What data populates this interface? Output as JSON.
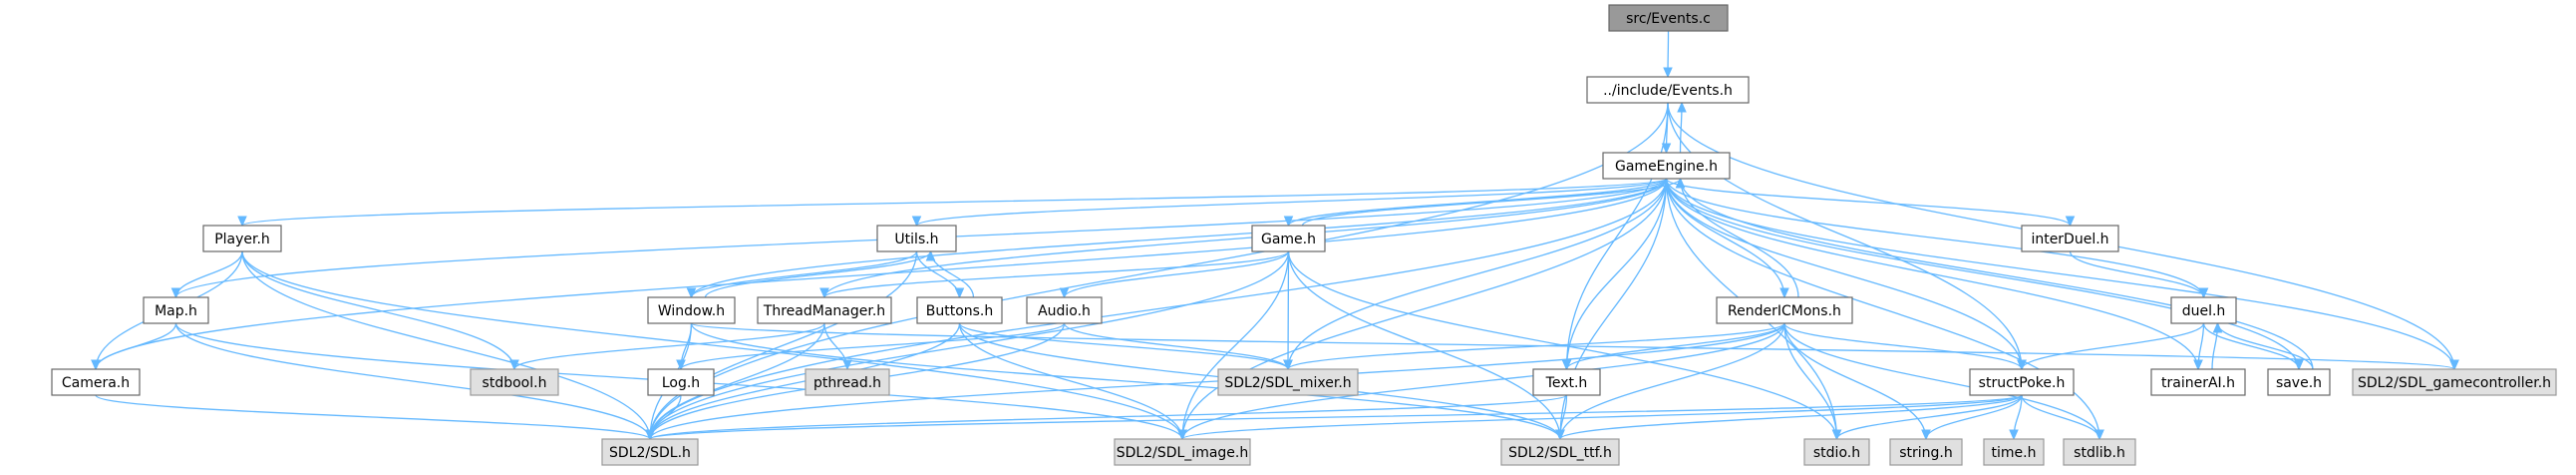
{
  "diagram": {
    "kind": "include-dependency-graph",
    "colors": {
      "root_fill": "#999999",
      "root_stroke": "#666666",
      "local_fill": "#ffffff",
      "local_stroke": "#666666",
      "system_fill": "#e0e0e0",
      "system_stroke": "#999999",
      "edge": "#63b8ff"
    },
    "nodes": [
      {
        "id": "events_c",
        "label": "src/Events.c",
        "style": "root"
      },
      {
        "id": "events_h",
        "label": "../include/Events.h",
        "style": "local"
      },
      {
        "id": "gameengine_h",
        "label": "GameEngine.h",
        "style": "local"
      },
      {
        "id": "player_h",
        "label": "Player.h",
        "style": "local"
      },
      {
        "id": "utils_h",
        "label": "Utils.h",
        "style": "local"
      },
      {
        "id": "game_h",
        "label": "Game.h",
        "style": "local"
      },
      {
        "id": "interduel_h",
        "label": "interDuel.h",
        "style": "local"
      },
      {
        "id": "map_h",
        "label": "Map.h",
        "style": "local"
      },
      {
        "id": "window_h",
        "label": "Window.h",
        "style": "local"
      },
      {
        "id": "threadmanager_h",
        "label": "ThreadManager.h",
        "style": "local"
      },
      {
        "id": "buttons_h",
        "label": "Buttons.h",
        "style": "local"
      },
      {
        "id": "audio_h",
        "label": "Audio.h",
        "style": "local"
      },
      {
        "id": "rendericmons_h",
        "label": "RenderICMons.h",
        "style": "local"
      },
      {
        "id": "duel_h",
        "label": "duel.h",
        "style": "local"
      },
      {
        "id": "camera_h",
        "label": "Camera.h",
        "style": "local"
      },
      {
        "id": "stdbool_h",
        "label": "stdbool.h",
        "style": "system"
      },
      {
        "id": "log_h",
        "label": "Log.h",
        "style": "local"
      },
      {
        "id": "pthread_h",
        "label": "pthread.h",
        "style": "system"
      },
      {
        "id": "sdl_mixer_h",
        "label": "SDL2/SDL_mixer.h",
        "style": "system"
      },
      {
        "id": "text_h",
        "label": "Text.h",
        "style": "local"
      },
      {
        "id": "structpoke_h",
        "label": "structPoke.h",
        "style": "local"
      },
      {
        "id": "trainerai_h",
        "label": "trainerAI.h",
        "style": "local"
      },
      {
        "id": "save_h",
        "label": "save.h",
        "style": "local"
      },
      {
        "id": "sdl_gamecontroller_h",
        "label": "SDL2/SDL_gamecontroller.h",
        "style": "system"
      },
      {
        "id": "sdl_h",
        "label": "SDL2/SDL.h",
        "style": "system"
      },
      {
        "id": "sdl_image_h",
        "label": "SDL2/SDL_image.h",
        "style": "system"
      },
      {
        "id": "sdl_ttf_h",
        "label": "SDL2/SDL_ttf.h",
        "style": "system"
      },
      {
        "id": "stdio_h",
        "label": "stdio.h",
        "style": "system"
      },
      {
        "id": "string_h",
        "label": "string.h",
        "style": "system"
      },
      {
        "id": "time_h",
        "label": "time.h",
        "style": "system"
      },
      {
        "id": "stdlib_h",
        "label": "stdlib.h",
        "style": "system"
      }
    ],
    "edges": [
      [
        "events_c",
        "events_h"
      ],
      [
        "events_h",
        "gameengine_h"
      ],
      [
        "events_h",
        "sdl_h"
      ],
      [
        "events_h",
        "text_h"
      ],
      [
        "events_h",
        "structpoke_h"
      ],
      [
        "events_h",
        "sdl_gamecontroller_h"
      ],
      [
        "gameengine_h",
        "events_h"
      ],
      [
        "gameengine_h",
        "player_h"
      ],
      [
        "gameengine_h",
        "map_h"
      ],
      [
        "gameengine_h",
        "camera_h"
      ],
      [
        "gameengine_h",
        "utils_h"
      ],
      [
        "gameengine_h",
        "window_h"
      ],
      [
        "gameengine_h",
        "game_h"
      ],
      [
        "gameengine_h",
        "threadmanager_h"
      ],
      [
        "gameengine_h",
        "interduel_h"
      ],
      [
        "gameengine_h",
        "rendericmons_h"
      ],
      [
        "gameengine_h",
        "duel_h"
      ],
      [
        "gameengine_h",
        "save_h"
      ],
      [
        "gameengine_h",
        "trainerai_h"
      ],
      [
        "gameengine_h",
        "text_h"
      ],
      [
        "gameengine_h",
        "structpoke_h"
      ],
      [
        "gameengine_h",
        "sdl_h"
      ],
      [
        "gameengine_h",
        "sdl_mixer_h"
      ],
      [
        "gameengine_h",
        "sdl_image_h"
      ],
      [
        "gameengine_h",
        "sdl_ttf_h"
      ],
      [
        "gameengine_h",
        "stdio_h"
      ],
      [
        "gameengine_h",
        "stdlib_h"
      ],
      [
        "gameengine_h",
        "sdl_gamecontroller_h"
      ],
      [
        "player_h",
        "map_h"
      ],
      [
        "player_h",
        "camera_h"
      ],
      [
        "player_h",
        "stdbool_h"
      ],
      [
        "player_h",
        "sdl_h"
      ],
      [
        "player_h",
        "sdl_image_h"
      ],
      [
        "map_h",
        "camera_h"
      ],
      [
        "map_h",
        "sdl_h"
      ],
      [
        "map_h",
        "sdl_image_h"
      ],
      [
        "camera_h",
        "sdl_h"
      ],
      [
        "utils_h",
        "window_h"
      ],
      [
        "utils_h",
        "buttons_h"
      ],
      [
        "utils_h",
        "sdl_h"
      ],
      [
        "window_h",
        "utils_h"
      ],
      [
        "window_h",
        "log_h"
      ],
      [
        "window_h",
        "sdl_h"
      ],
      [
        "window_h",
        "sdl_ttf_h"
      ],
      [
        "window_h",
        "sdl_gamecontroller_h"
      ],
      [
        "log_h",
        "sdl_h"
      ],
      [
        "buttons_h",
        "utils_h"
      ],
      [
        "buttons_h",
        "sdl_h"
      ],
      [
        "buttons_h",
        "sdl_image_h"
      ],
      [
        "buttons_h",
        "sdl_ttf_h"
      ],
      [
        "buttons_h",
        "sdl_mixer_h"
      ],
      [
        "game_h",
        "gameengine_h"
      ],
      [
        "game_h",
        "threadmanager_h"
      ],
      [
        "game_h",
        "audio_h"
      ],
      [
        "game_h",
        "sdl_mixer_h"
      ],
      [
        "game_h",
        "sdl_h"
      ],
      [
        "game_h",
        "sdl_image_h"
      ],
      [
        "game_h",
        "sdl_ttf_h"
      ],
      [
        "game_h",
        "stdio_h"
      ],
      [
        "threadmanager_h",
        "pthread_h"
      ],
      [
        "threadmanager_h",
        "sdl_h"
      ],
      [
        "threadmanager_h",
        "stdbool_h"
      ],
      [
        "audio_h",
        "sdl_mixer_h"
      ],
      [
        "audio_h",
        "log_h"
      ],
      [
        "audio_h",
        "sdl_h"
      ],
      [
        "interduel_h",
        "duel_h"
      ],
      [
        "rendericmons_h",
        "gameengine_h"
      ],
      [
        "rendericmons_h",
        "text_h"
      ],
      [
        "rendericmons_h",
        "structpoke_h"
      ],
      [
        "rendericmons_h",
        "sdl_mixer_h"
      ],
      [
        "rendericmons_h",
        "sdl_h"
      ],
      [
        "rendericmons_h",
        "sdl_image_h"
      ],
      [
        "rendericmons_h",
        "sdl_ttf_h"
      ],
      [
        "rendericmons_h",
        "stdio_h"
      ],
      [
        "rendericmons_h",
        "string_h"
      ],
      [
        "rendericmons_h",
        "stdlib_h"
      ],
      [
        "text_h",
        "sdl_h"
      ],
      [
        "text_h",
        "sdl_ttf_h"
      ],
      [
        "duel_h",
        "structpoke_h"
      ],
      [
        "duel_h",
        "trainerai_h"
      ],
      [
        "duel_h",
        "save_h"
      ],
      [
        "trainerai_h",
        "duel_h"
      ],
      [
        "save_h",
        "duel_h"
      ],
      [
        "save_h",
        "gameengine_h"
      ],
      [
        "structpoke_h",
        "sdl_h"
      ],
      [
        "structpoke_h",
        "sdl_image_h"
      ],
      [
        "structpoke_h",
        "sdl_ttf_h"
      ],
      [
        "structpoke_h",
        "stdio_h"
      ],
      [
        "structpoke_h",
        "string_h"
      ],
      [
        "structpoke_h",
        "time_h"
      ],
      [
        "structpoke_h",
        "stdlib_h"
      ]
    ]
  }
}
